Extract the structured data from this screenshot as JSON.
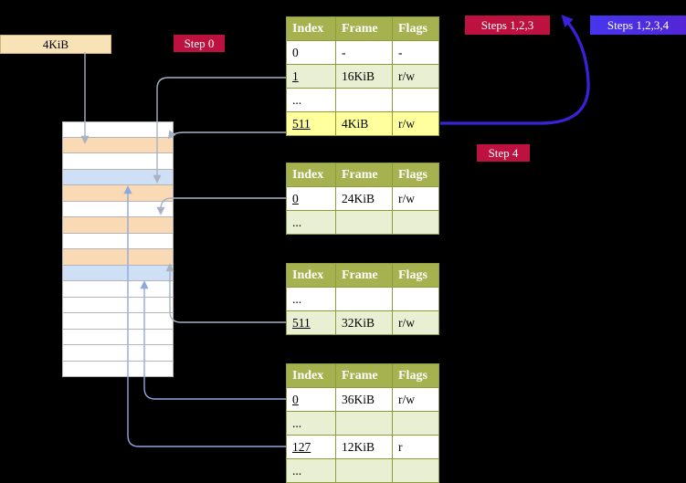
{
  "labels": {
    "cr3_frame": "4KiB",
    "step0": "Step 0",
    "steps123": "Steps 1,2,3",
    "steps1234": "Steps 1,2,3,4",
    "step4": "Step 4"
  },
  "colors": {
    "background": "#000000",
    "table_header_bg": "#a6b24f",
    "table_border": "#8e9c3a",
    "table_row_alt_bg": "#e9efd3",
    "highlight_row_bg": "#ffff9d",
    "page_table_frame": "#f9dab5",
    "mapped_frame": "#cfdff6",
    "step_label_bg": "#bd1140",
    "steps1234_label_bg": "#4a2ce0",
    "recursive_arrow": "#3a22dd",
    "connector_arrow": "#a7b2c4"
  },
  "tables": [
    {
      "headers": [
        "Index",
        "Frame",
        "Flags"
      ],
      "rows": [
        {
          "index": "0",
          "frame": "-",
          "flags": "-"
        },
        {
          "index": "1",
          "frame": "16KiB",
          "flags": "r/w",
          "active": true
        },
        {
          "index": "...",
          "frame": "",
          "flags": ""
        },
        {
          "index": "511",
          "frame": "4KiB",
          "flags": "r/w",
          "active": true,
          "highlight": true
        }
      ]
    },
    {
      "headers": [
        "Index",
        "Frame",
        "Flags"
      ],
      "rows": [
        {
          "index": "0",
          "frame": "24KiB",
          "flags": "r/w",
          "active": true
        },
        {
          "index": "...",
          "frame": "",
          "flags": ""
        }
      ]
    },
    {
      "headers": [
        "Index",
        "Frame",
        "Flags"
      ],
      "rows": [
        {
          "index": "...",
          "frame": "",
          "flags": ""
        },
        {
          "index": "511",
          "frame": "32KiB",
          "flags": "r/w",
          "active": true
        }
      ]
    },
    {
      "headers": [
        "Index",
        "Frame",
        "Flags"
      ],
      "rows": [
        {
          "index": "0",
          "frame": "36KiB",
          "flags": "r/w",
          "active": true
        },
        {
          "index": "...",
          "frame": "",
          "flags": ""
        },
        {
          "index": "127",
          "frame": "12KiB",
          "flags": "r",
          "active": true
        },
        {
          "index": "...",
          "frame": "",
          "flags": ""
        }
      ]
    }
  ],
  "memory": {
    "frames": [
      {
        "kind": "free"
      },
      {
        "kind": "pagetable"
      },
      {
        "kind": "free"
      },
      {
        "kind": "mapped"
      },
      {
        "kind": "pagetable"
      },
      {
        "kind": "free"
      },
      {
        "kind": "pagetable"
      },
      {
        "kind": "free"
      },
      {
        "kind": "pagetable"
      },
      {
        "kind": "mapped"
      },
      {
        "kind": "free"
      },
      {
        "kind": "free"
      },
      {
        "kind": "free"
      },
      {
        "kind": "free"
      },
      {
        "kind": "free"
      },
      {
        "kind": "free"
      }
    ]
  }
}
